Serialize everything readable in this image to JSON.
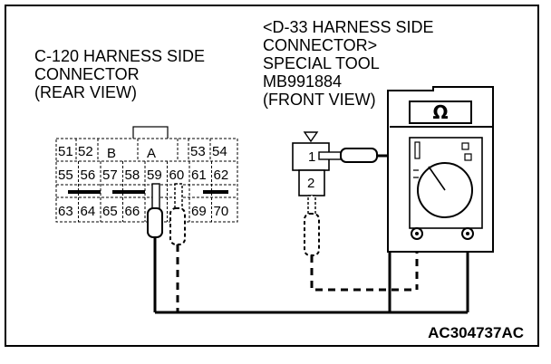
{
  "c120_label": [
    "C-120 HARNESS SIDE",
    "CONNECTOR",
    "(REAR VIEW)"
  ],
  "d33_label": [
    "<D-33 HARNESS SIDE",
    "CONNECTOR>",
    "SPECIAL TOOL",
    "MB991884",
    "(FRONT VIEW)"
  ],
  "figure_code": "AC304737AC",
  "connector_c120": {
    "row1": [
      "51",
      "52",
      "B",
      "A",
      "53",
      "54"
    ],
    "row2": [
      "55",
      "56",
      "57",
      "58",
      "59",
      "60",
      "61",
      "62"
    ],
    "row3": [
      "63",
      "64",
      "65",
      "66",
      "",
      "",
      "69",
      "70"
    ]
  },
  "connector_d33": {
    "pin1": "1",
    "pin2": "2"
  },
  "meter": {
    "symbol": "Ω",
    "icon": "ohm-icon"
  }
}
